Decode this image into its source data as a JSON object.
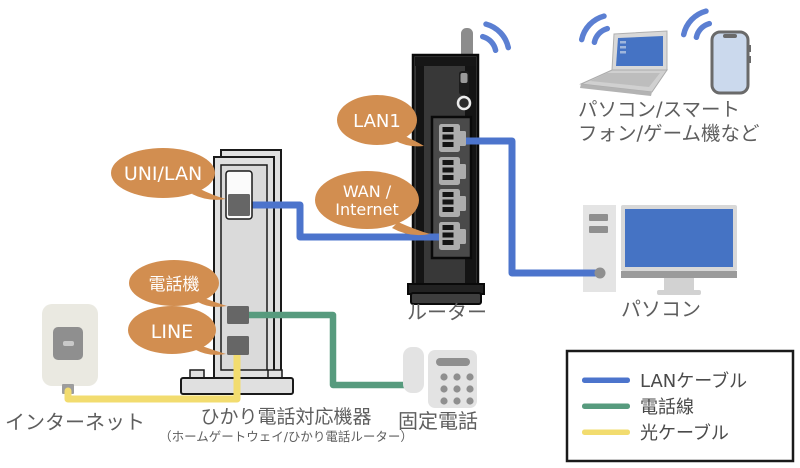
{
  "bubbles": {
    "lan1": "LAN1",
    "uni_lan": "UNI/LAN",
    "wan_line1": "WAN /",
    "wan_line2": "Internet",
    "phone": "電話機",
    "line": "LINE"
  },
  "devices": {
    "internet": "インターネット",
    "gateway": "ひかり電話対応機器",
    "gateway_sub": "（ホームゲートウェイ/ひかり電話ルーター）",
    "router": "ルーター",
    "pc": "パソコン",
    "landline": "固定電話",
    "wireless_line1": "パソコン/スマート",
    "wireless_line2": "フォン/ゲーム機など"
  },
  "legend": {
    "items": [
      {
        "label": "LANケーブル",
        "color": "#4C74CC"
      },
      {
        "label": "電話線",
        "color": "#579B7E"
      },
      {
        "label": "光ケーブル",
        "color": "#F2DC6F"
      }
    ]
  },
  "colors": {
    "lan_cable": "#4C74CC",
    "phone_line": "#579B7E",
    "optical_cable": "#F2DC6F",
    "bubble": "#D28E50",
    "wifi": "#5B7FD2",
    "screen_blue": "#4573C4",
    "label_text": "#5E5E5E"
  }
}
